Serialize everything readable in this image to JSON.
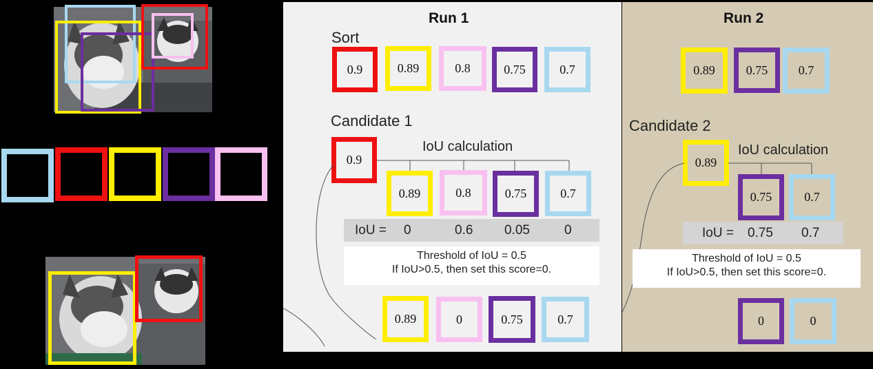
{
  "colors": {
    "red": "#ee1111",
    "yellow": "#ffee00",
    "pink": "#f8c0f0",
    "purple": "#6b2fa0",
    "blue": "#a8d8f0",
    "run1_bg": "#f1f1f1",
    "run2_bg": "#d5cbb4",
    "bar_bg": "#d4d4d4"
  },
  "run1": {
    "title": "Run 1",
    "sort_label": "Sort",
    "sorted_scores": [
      "0.9",
      "0.89",
      "0.8",
      "0.75",
      "0.7"
    ],
    "candidate_label": "Candidate 1",
    "candidate_score": "0.9",
    "iou_calc_label": "IoU calculation",
    "compared_scores": [
      "0.89",
      "0.8",
      "0.75",
      "0.7"
    ],
    "iou_prefix": "IoU =",
    "iou_values": [
      "0",
      "0.6",
      "0.05",
      "0"
    ],
    "threshold_line1": "Threshold of IoU = 0.5",
    "threshold_line2": "If IoU>0.5, then set this score=0.",
    "result_scores": [
      "0.89",
      "0",
      "0.75",
      "0.7"
    ]
  },
  "run2": {
    "title": "Run 2",
    "sorted_scores": [
      "0.89",
      "0.75",
      "0.7"
    ],
    "candidate_label": "Candidate 2",
    "candidate_score": "0.89",
    "iou_calc_label": "IoU calculation",
    "compared_scores": [
      "0.75",
      "0.7"
    ],
    "iou_prefix": "IoU =",
    "iou_values": [
      "0.75",
      "0.7"
    ],
    "threshold_line1": "Threshold of IoU = 0.5",
    "threshold_line2": "If IoU>0.5, then set this score=0.",
    "result_scores": [
      "0",
      "0"
    ]
  },
  "left": {
    "legend_box_colors": [
      "blue",
      "red",
      "yellow",
      "purple",
      "pink"
    ]
  }
}
